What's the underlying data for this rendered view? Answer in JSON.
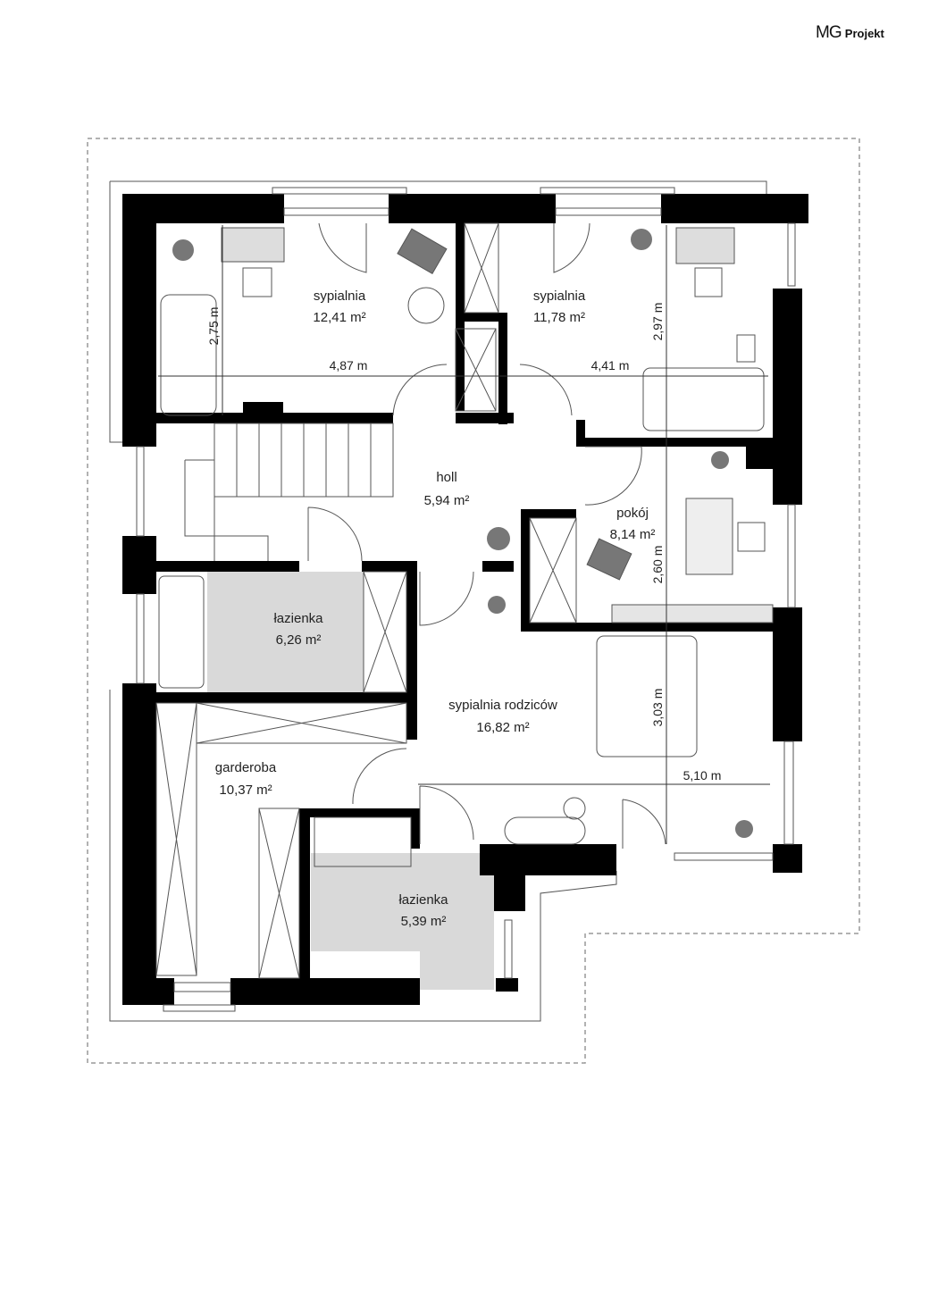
{
  "logo": {
    "brand": "MG",
    "suffix": "Projekt"
  },
  "rooms": [
    {
      "name": "sypialnia",
      "area": "12,41 m²"
    },
    {
      "name": "sypialnia",
      "area": "11,78 m²"
    },
    {
      "name": "holl",
      "area": "5,94 m²"
    },
    {
      "name": "pokój",
      "area": "8,14 m²"
    },
    {
      "name": "łazienka",
      "area": "6,26 m²"
    },
    {
      "name": "sypialnia rodziców",
      "area": "16,82 m²"
    },
    {
      "name": "garderoba",
      "area": "10,37 m²"
    },
    {
      "name": "łazienka",
      "area": "5,39 m²"
    }
  ],
  "dimensions": [
    "4,87 m",
    "4,41 m",
    "2,75 m",
    "2,97 m",
    "2,60 m",
    "3,03 m",
    "5,10 m"
  ]
}
